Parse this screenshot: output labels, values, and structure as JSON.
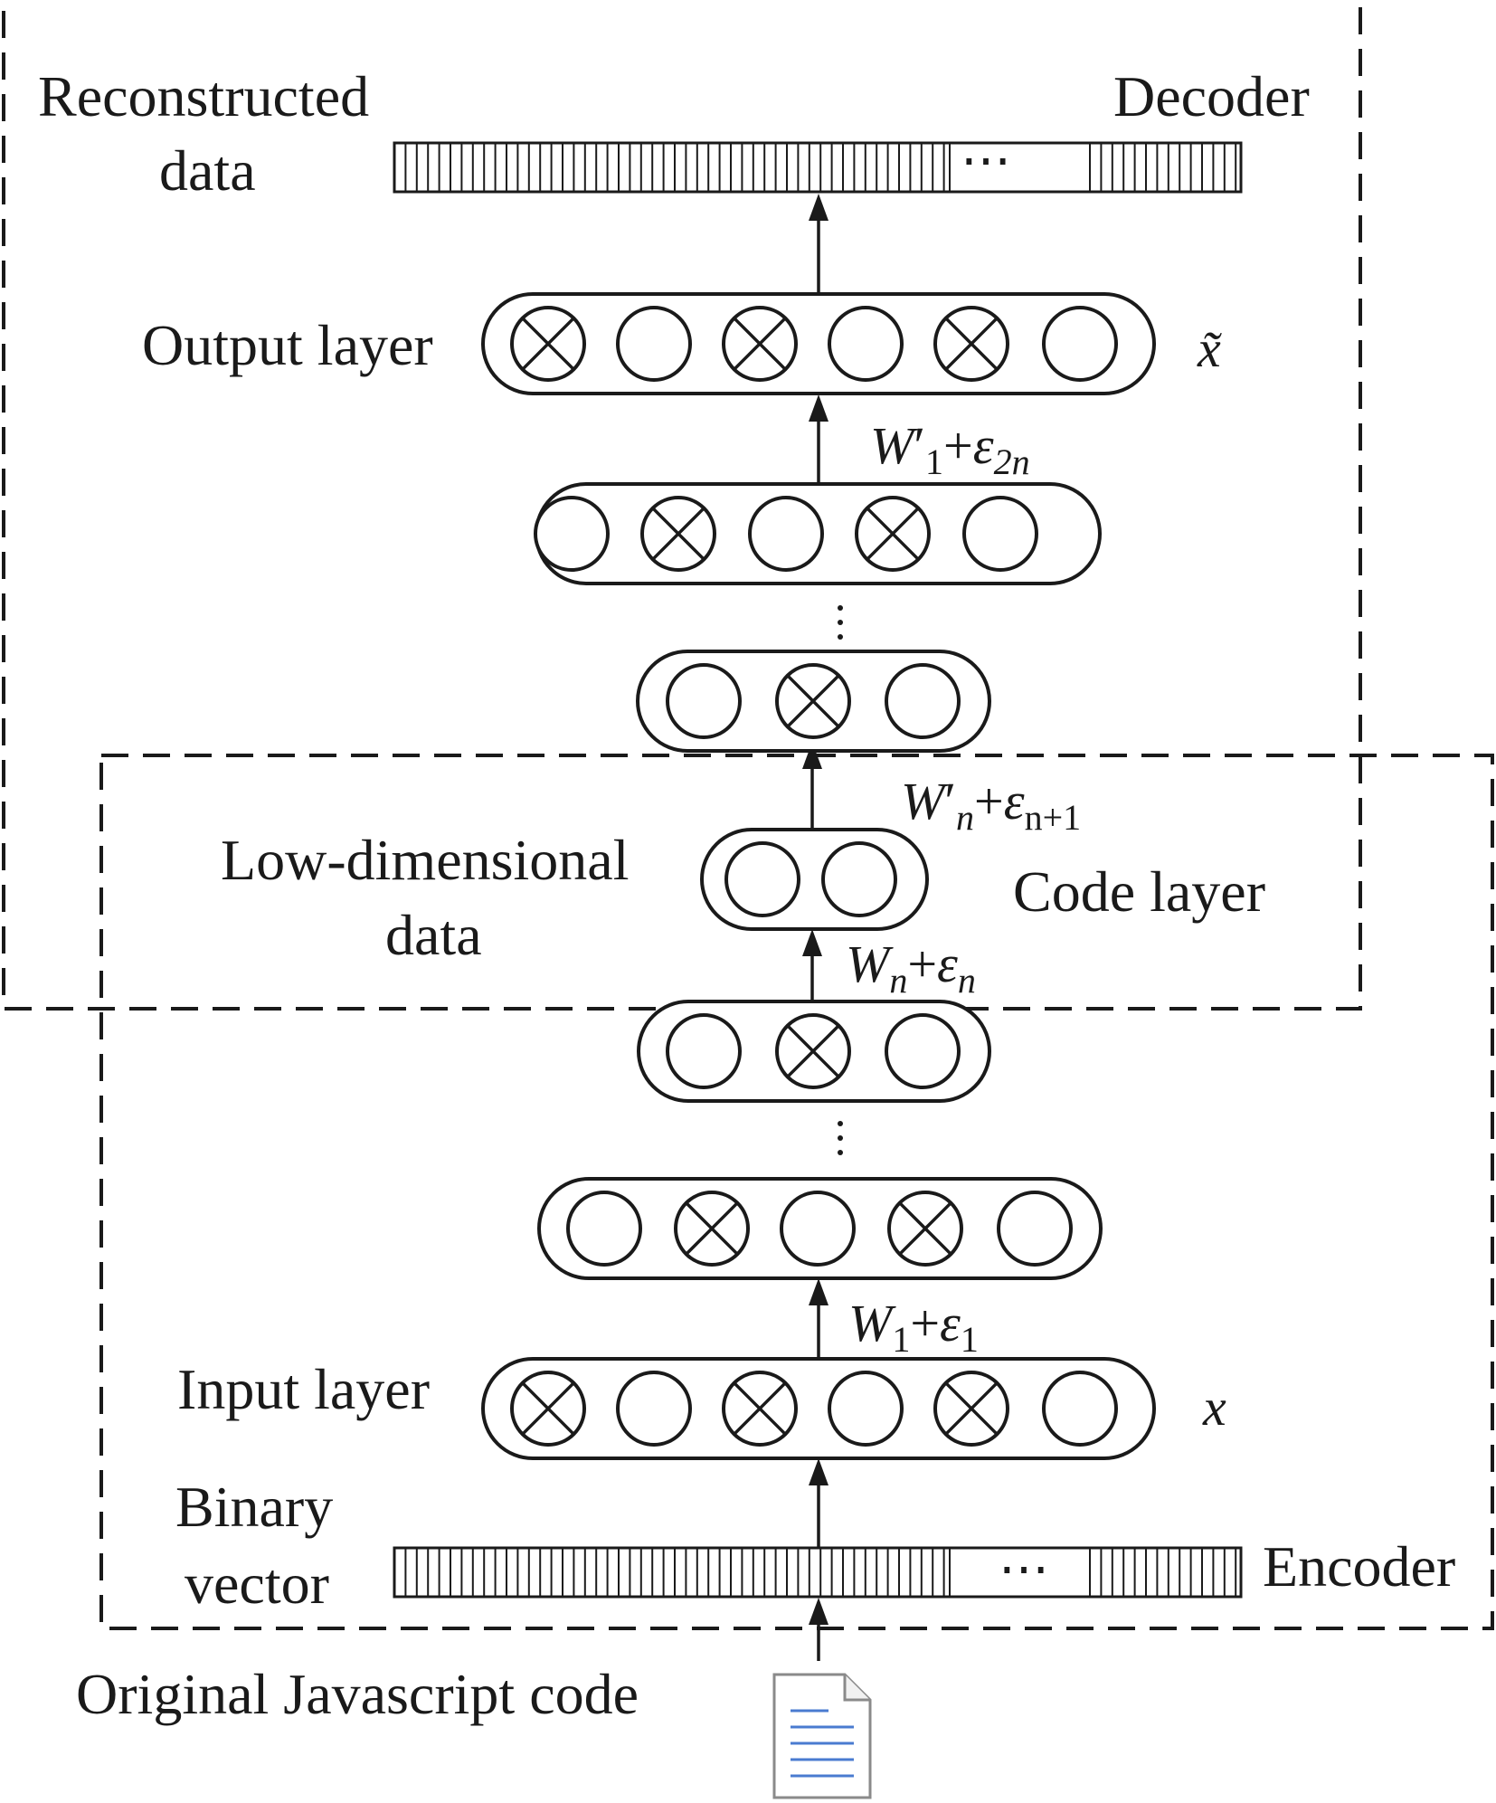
{
  "labels": {
    "reconstructed_line1": "Reconstructed",
    "reconstructed_line2": "data",
    "decoder": "Decoder",
    "output_layer": "Output layer",
    "low_dim_line1": "Low-dimensional",
    "low_dim_line2": "data",
    "code_layer": "Code layer",
    "input_layer": "Input layer",
    "binary_line1": "Binary",
    "binary_line2": "vector",
    "encoder": "Encoder",
    "original_code": "Original Javascript code",
    "ellipsis": "⋯"
  },
  "math": {
    "x_tilde": "x̃",
    "x": "x",
    "w1_prime": {
      "base": "W",
      "prime": "′",
      "sub": "1",
      "plus": "+",
      "eps": "ε",
      "eps_sub": "2n"
    },
    "wn_prime": {
      "base": "W",
      "prime": "′",
      "sub": "n",
      "plus": "+",
      "eps": "ε",
      "eps_sub": "n+1"
    },
    "wn": {
      "base": "W",
      "sub": "n",
      "plus": "+",
      "eps": "ε",
      "eps_sub": "n"
    },
    "w1": {
      "base": "W",
      "sub": "1",
      "plus": "+",
      "eps": "ε",
      "eps_sub": "1"
    }
  },
  "layers": [
    {
      "id": "output-layer",
      "nodes": [
        "x",
        "o",
        "x",
        "o",
        "x",
        "o"
      ]
    },
    {
      "id": "decoder-hidden-1",
      "nodes": [
        "o",
        "x",
        "o",
        "x",
        "o"
      ]
    },
    {
      "id": "decoder-hidden-n",
      "nodes": [
        "o",
        "x",
        "o"
      ]
    },
    {
      "id": "code-layer",
      "nodes": [
        "o",
        "o"
      ]
    },
    {
      "id": "encoder-hidden-n",
      "nodes": [
        "o",
        "x",
        "o"
      ]
    },
    {
      "id": "encoder-hidden-1",
      "nodes": [
        "o",
        "x",
        "o",
        "x",
        "o"
      ]
    },
    {
      "id": "input-layer",
      "nodes": [
        "x",
        "o",
        "x",
        "o",
        "x",
        "o"
      ]
    }
  ],
  "icons": [
    "document-icon",
    "dropout-node-icon"
  ]
}
